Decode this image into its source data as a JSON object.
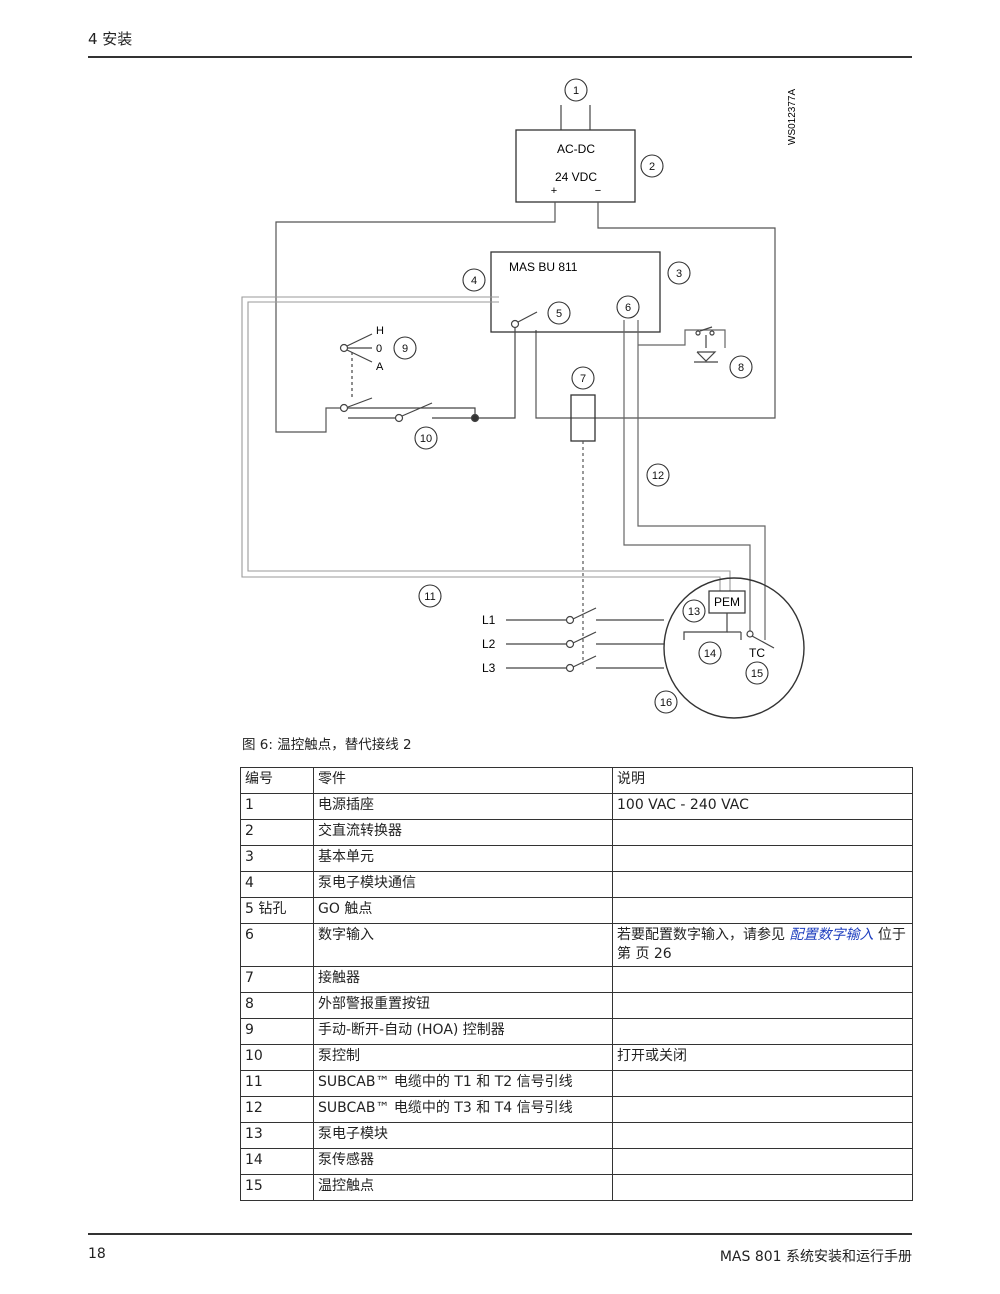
{
  "header": {
    "section": "4  安装"
  },
  "footer": {
    "page_number": "18",
    "manual_title": "MAS 801 系统安装和运行手册"
  },
  "diagram": {
    "drawing_id": "WS012377A",
    "converter_label_1": "AC-DC",
    "converter_label_2": "24 VDC",
    "plus": "+",
    "minus": "−",
    "base_unit_label": "MAS BU 811",
    "hoa_h": "H",
    "hoa_0": "0",
    "hoa_a": "A",
    "pem_label": "PEM",
    "tc_label": "TC",
    "phase_labels": [
      "L1",
      "L2",
      "L3"
    ],
    "callouts": [
      "1",
      "2",
      "3",
      "4",
      "5",
      "6",
      "7",
      "8",
      "9",
      "10",
      "11",
      "12",
      "13",
      "14",
      "15",
      "16"
    ]
  },
  "caption": "图 6: 温控触点，替代接线 2",
  "table": {
    "headers": [
      "编号",
      "零件",
      "说明"
    ],
    "rows": [
      {
        "num": "1",
        "part": "电源插座",
        "desc": "100 VAC - 240 VAC"
      },
      {
        "num": "2",
        "part": "交直流转换器",
        "desc": ""
      },
      {
        "num": "3",
        "part": "基本单元",
        "desc": ""
      },
      {
        "num": "4",
        "part": "泵电子模块通信",
        "desc": ""
      },
      {
        "num": "5 钻孔",
        "part": "GO 触点",
        "desc": ""
      },
      {
        "num": "6",
        "part": "数字输入",
        "desc": "若要配置数字输入，请参见 ",
        "link": "配置数字输入",
        "desc_after": " 位于第 页 26"
      },
      {
        "num": "7",
        "part": "接触器",
        "desc": ""
      },
      {
        "num": "8",
        "part": "外部警报重置按钮",
        "desc": ""
      },
      {
        "num": "9",
        "part": "手动-断开-自动 (HOA) 控制器",
        "desc": ""
      },
      {
        "num": "10",
        "part": "泵控制",
        "desc": "打开或关闭"
      },
      {
        "num": "11",
        "part": "SUBCAB™ 电缆中的 T1 和 T2 信号引线",
        "desc": ""
      },
      {
        "num": "12",
        "part": "SUBCAB™ 电缆中的 T3 和 T4 信号引线",
        "desc": ""
      },
      {
        "num": "13",
        "part": "泵电子模块",
        "desc": ""
      },
      {
        "num": "14",
        "part": "泵传感器",
        "desc": ""
      },
      {
        "num": "15",
        "part": "温控触点",
        "desc": ""
      }
    ]
  }
}
